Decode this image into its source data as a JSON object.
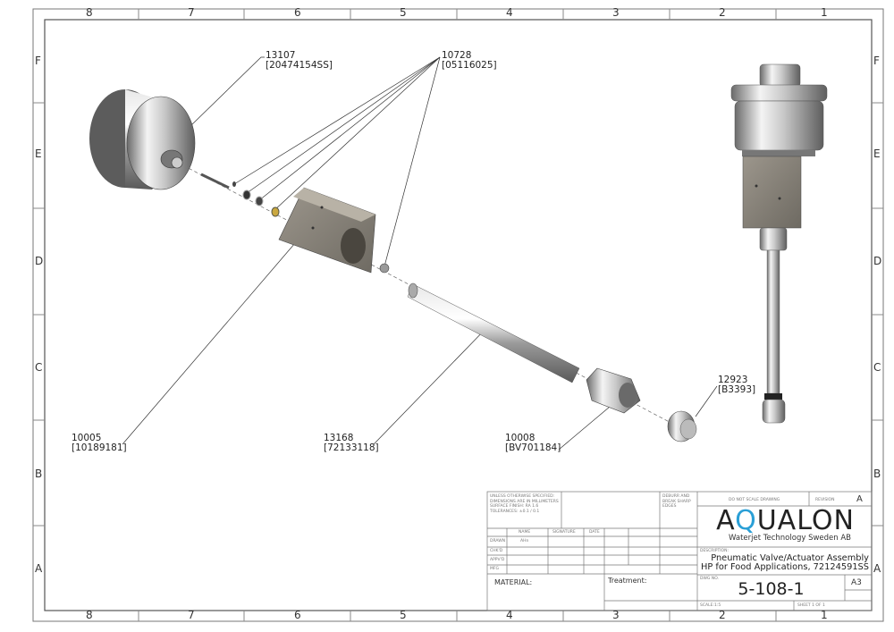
{
  "drawing": {
    "column_labels_top": [
      "8",
      "7",
      "6",
      "5",
      "4",
      "3",
      "2",
      "1"
    ],
    "column_labels_bottom": [
      "8",
      "7",
      "6",
      "5",
      "4",
      "3",
      "2",
      "1"
    ],
    "row_labels": [
      "F",
      "E",
      "D",
      "C",
      "B",
      "A"
    ]
  },
  "callouts": [
    {
      "part": "13107",
      "ref": "[20474154SS]"
    },
    {
      "part": "10728",
      "ref": "[05116025]"
    },
    {
      "part": "10005",
      "ref": "[10189181]"
    },
    {
      "part": "13168",
      "ref": "[72133118]"
    },
    {
      "part": "10008",
      "ref": "[BV701184]"
    },
    {
      "part": "12923",
      "ref": "[B3393]"
    }
  ],
  "title_block": {
    "notes": "UNLESS OTHERWISE SPECIFIED:\nDIMENSIONS ARE IN MILLIMETERS\nSURFACE FINISH: RA 1.6\nTOLERANCES: ±0.1 / 0.1",
    "deburr": "DEBURR AND\nBREAK SHARP\nEDGES",
    "headers": {
      "name": "NAME",
      "signature": "SIGNATURE",
      "date": "DATE"
    },
    "rows": [
      "DRAWN",
      "CHK'D",
      "APPV'D",
      "MFG"
    ],
    "drawn_by": "AHn",
    "material_label": "MATERIAL:",
    "treatment_label": "Treatment:",
    "do_not_scale": "DO NOT SCALE DRAWING",
    "revision_label": "REVISION",
    "revision": "A",
    "company_logo": "AQUALON",
    "company_sub": "Waterjet Technology Sweden AB",
    "description_label": "DESCRIPTION:",
    "description_line1": "Pneumatic Valve/Actuator Assembly",
    "description_line2": "HP for Food Applications, 72124591SS",
    "dwg_no_label": "DWG NO.",
    "dwg_no": "5-108-1",
    "sheet_size": "A3",
    "scale_label": "SCALE:1:5",
    "sheet_label": "SHEET 1 OF 1"
  },
  "colors": {
    "accent": "#2a9fd6",
    "line": "#555555"
  }
}
